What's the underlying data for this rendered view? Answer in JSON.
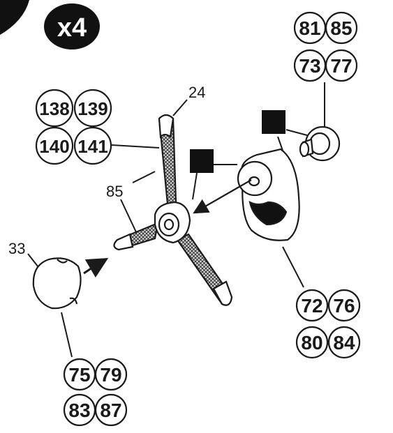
{
  "step_badge": {
    "label": "x4"
  },
  "part_groups": {
    "top_right": [
      "81",
      "85",
      "73",
      "77"
    ],
    "left": [
      "138",
      "139",
      "140",
      "141"
    ],
    "right": [
      "72",
      "76",
      "80",
      "84"
    ],
    "bottom": [
      "75",
      "79",
      "83",
      "87"
    ]
  },
  "part_labels": {
    "propeller_tip": "24",
    "hub": "85",
    "spinner": "33"
  },
  "colors": {
    "ink": "#1a1a1a",
    "paper": "#ffffff",
    "badge": "#111111"
  }
}
